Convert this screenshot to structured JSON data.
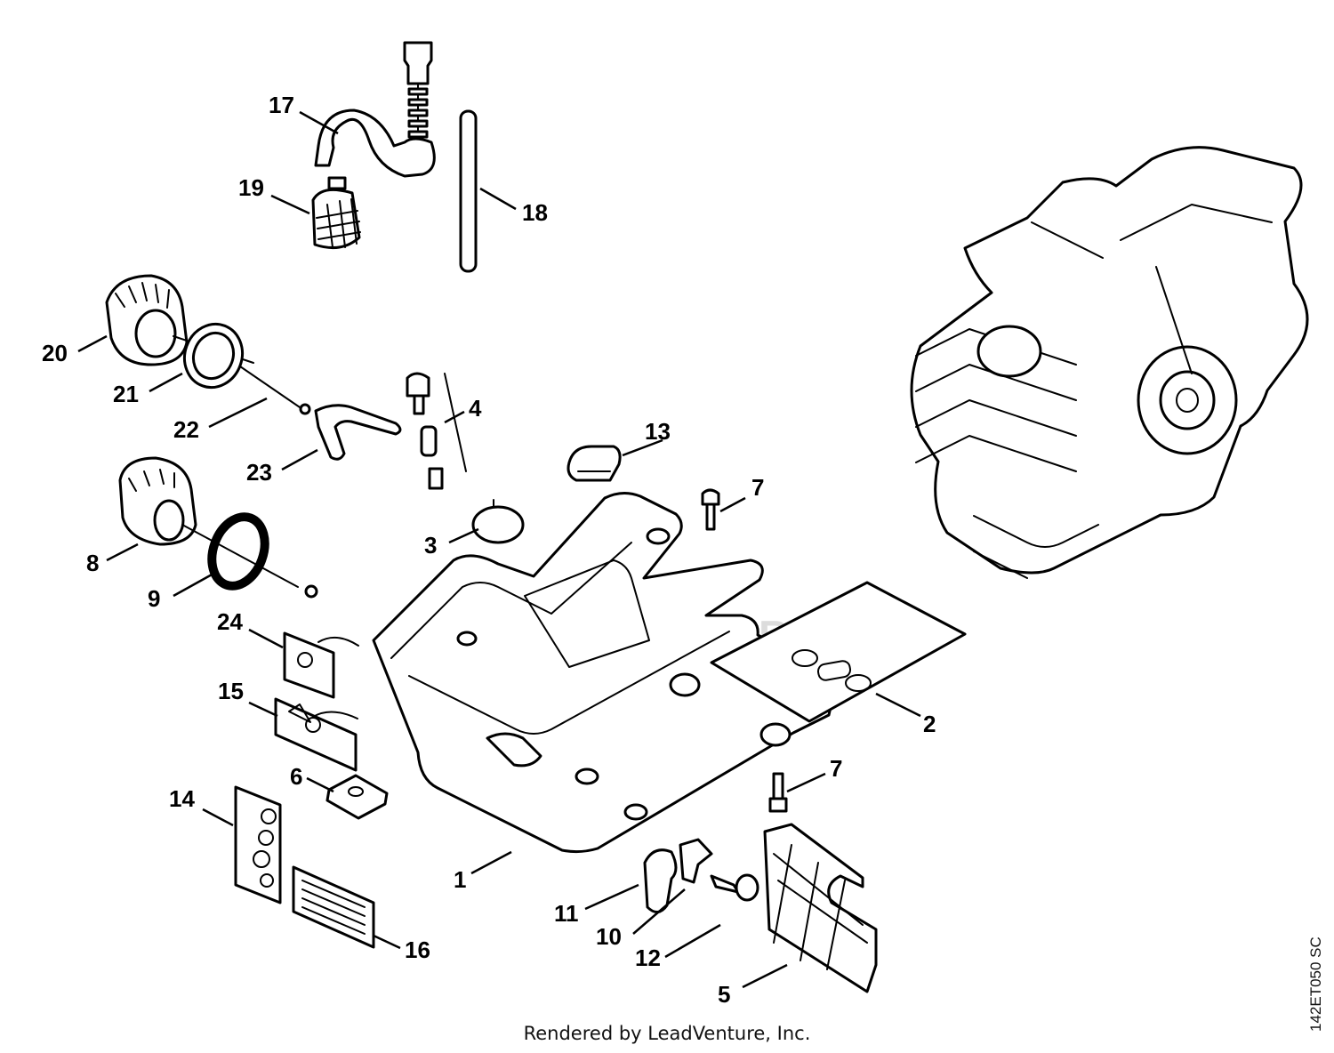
{
  "watermark": "LEADVENTURE",
  "credit": "Rendered by LeadVenture, Inc.",
  "figure_code": "142ET050 SC",
  "callouts": [
    {
      "id": "1",
      "label": "1"
    },
    {
      "id": "2",
      "label": "2"
    },
    {
      "id": "3",
      "label": "3"
    },
    {
      "id": "4",
      "label": "4"
    },
    {
      "id": "5",
      "label": "5"
    },
    {
      "id": "6",
      "label": "6"
    },
    {
      "id": "7a",
      "label": "7"
    },
    {
      "id": "7b",
      "label": "7"
    },
    {
      "id": "8",
      "label": "8"
    },
    {
      "id": "9",
      "label": "9"
    },
    {
      "id": "10",
      "label": "10"
    },
    {
      "id": "11",
      "label": "11"
    },
    {
      "id": "12",
      "label": "12"
    },
    {
      "id": "13",
      "label": "13"
    },
    {
      "id": "14",
      "label": "14"
    },
    {
      "id": "15",
      "label": "15"
    },
    {
      "id": "16",
      "label": "16"
    },
    {
      "id": "17",
      "label": "17"
    },
    {
      "id": "18",
      "label": "18"
    },
    {
      "id": "19",
      "label": "19"
    },
    {
      "id": "20",
      "label": "20"
    },
    {
      "id": "21",
      "label": "21"
    },
    {
      "id": "22",
      "label": "22"
    },
    {
      "id": "23",
      "label": "23"
    },
    {
      "id": "24",
      "label": "24"
    }
  ]
}
